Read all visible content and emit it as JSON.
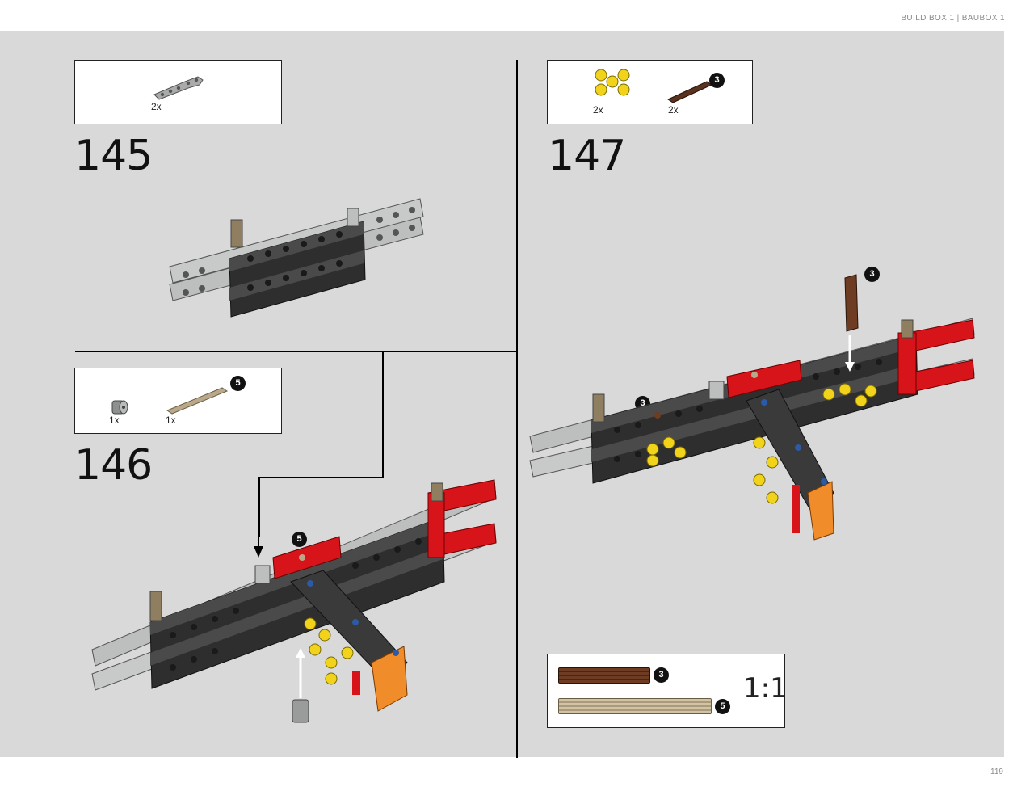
{
  "header": {
    "text": "BUILD BOX 1  |  BAUBOX 1"
  },
  "page_number": "119",
  "steps": [
    {
      "number": "145",
      "parts": [
        {
          "icon": "gray-angled-beam-icon",
          "qty": "2x"
        }
      ]
    },
    {
      "number": "146",
      "parts": [
        {
          "icon": "gray-bush-icon",
          "qty": "1x"
        },
        {
          "icon": "tan-axle-icon",
          "qty": "1x",
          "length": "5"
        }
      ],
      "callout": "5"
    },
    {
      "number": "147",
      "parts": [
        {
          "icon": "yellow-cross-connector-icon",
          "qty": "2x"
        },
        {
          "icon": "brown-axle-icon",
          "qty": "2x",
          "length": "3"
        }
      ],
      "callouts": [
        "3",
        "3"
      ]
    }
  ],
  "scale_ref": {
    "label": "1:1",
    "axles": [
      {
        "name": "brown-axle",
        "length": "3"
      },
      {
        "name": "tan-axle",
        "length": "5"
      }
    ]
  },
  "colors": {
    "background": "#d8d9d8",
    "red": "#d8141b",
    "black_beam": "#2e2e2e",
    "gray_beam": "#a8aaa8",
    "yellow": "#f2d31b",
    "orange": "#f08c2a",
    "brown": "#5a3220",
    "tan": "#b9a98a",
    "blue": "#2a5aa8"
  }
}
